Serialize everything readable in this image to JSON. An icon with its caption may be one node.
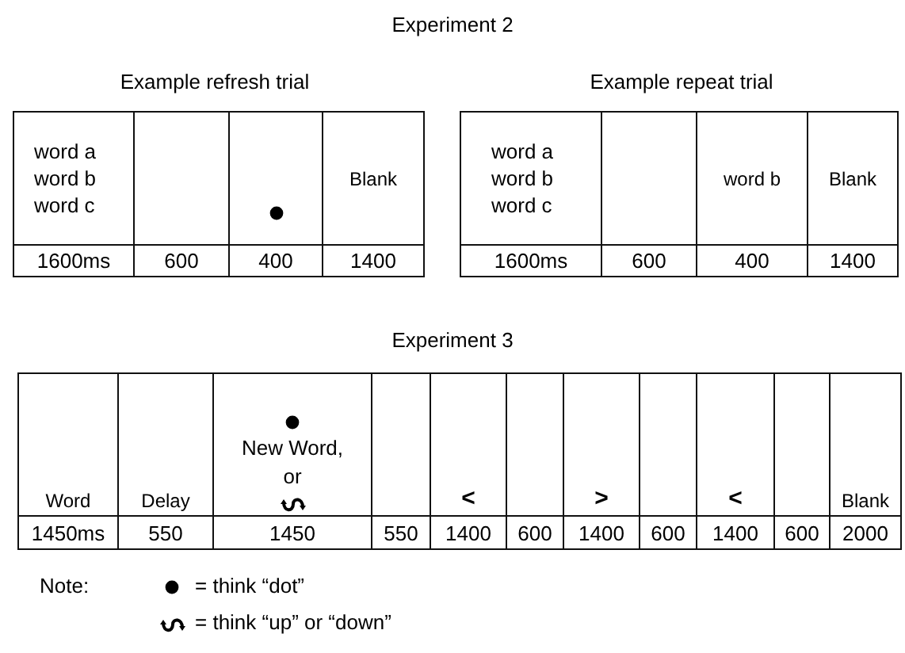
{
  "diagram": {
    "labels": [
      "Experiment 2",
      "Example refresh trial",
      "Example repeat trial",
      "word a word b word c",
      "Blank",
      "1600ms",
      "600",
      "400",
      "1400",
      "word a word b word c",
      "word b",
      "Blank",
      "1600ms",
      "600",
      "400",
      "1400",
      "Experiment 3",
      "Word",
      "Delay",
      "New Word, or",
      "<",
      ">",
      "<",
      "Blank",
      "1450ms",
      "550",
      "1450",
      "550",
      "1400",
      "600",
      "1400",
      "600",
      "1400",
      "600",
      "2000",
      "Note:"
    ],
    "legend": [
      {
        "text": "= think “dot”"
      },
      {
        "text": "= think “up” or “down”"
      }
    ]
  }
}
